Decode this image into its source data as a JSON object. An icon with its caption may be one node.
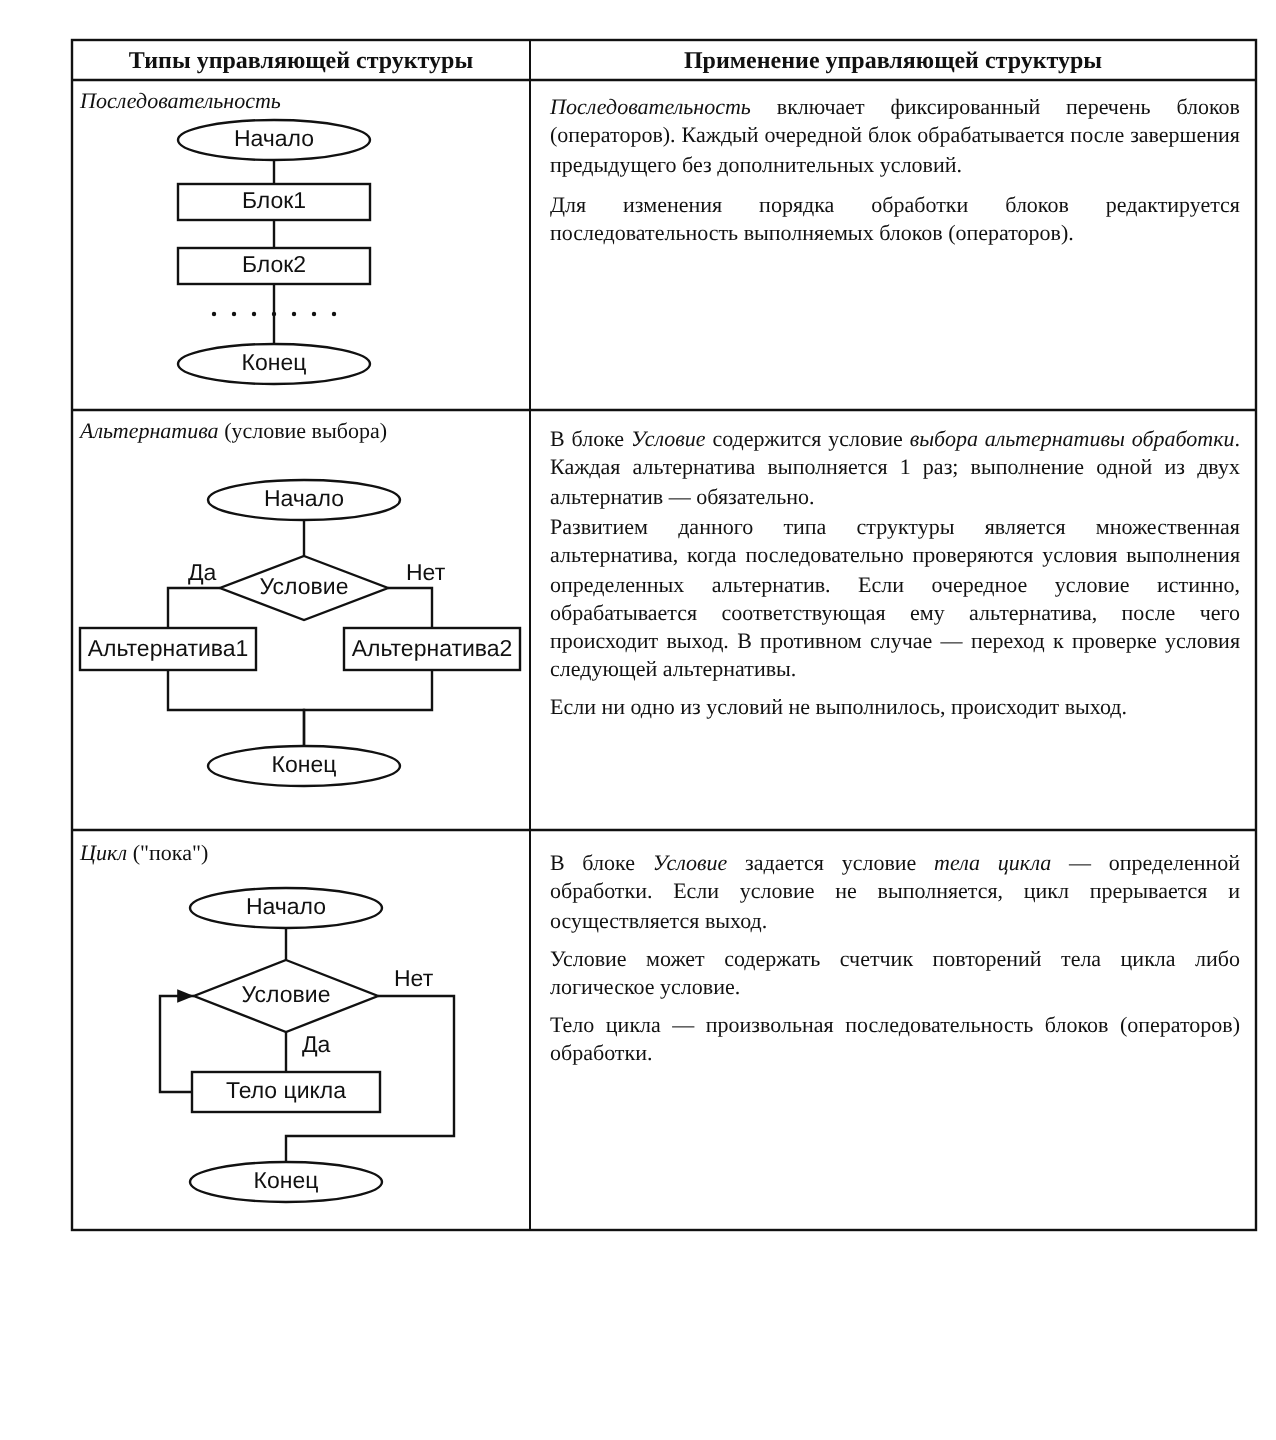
{
  "diagram": {
    "nodes": [
      {
        "text": [
          "Начало"
        ]
      },
      {
        "text": [
          "Блок1"
        ]
      },
      {
        "text": [
          "Блок2"
        ]
      },
      {
        "text": [
          "Конец"
        ]
      },
      {
        "text": [
          "Начало"
        ]
      },
      {
        "text": [
          "Условие"
        ]
      },
      {
        "text": [
          "Альтернатива1"
        ]
      },
      {
        "text": [
          "Альтернатива2"
        ]
      },
      {
        "text": [
          "Конец"
        ]
      },
      {
        "text": [
          "Начало"
        ]
      },
      {
        "text": [
          "Условие"
        ]
      },
      {
        "text": [
          "Тело цикла"
        ]
      },
      {
        "text": [
          "Конец"
        ]
      }
    ],
    "edges": [
      {
        "from": 0,
        "to": 1,
        "arrow": "none"
      },
      {
        "from": 1,
        "to": 2,
        "arrow": "none"
      },
      {
        "from": 2,
        "to": 3,
        "arrow": "none"
      },
      {
        "from": 4,
        "to": 5,
        "arrow": "none"
      },
      {
        "from": 5,
        "to": 6,
        "arrow": "none",
        "label": "Да"
      },
      {
        "from": 5,
        "to": 7,
        "arrow": "none",
        "label": "Нет"
      },
      {
        "from": 6,
        "to": 8,
        "arrow": "none"
      },
      {
        "from": 7,
        "to": 8,
        "arrow": "none"
      },
      {
        "from": 9,
        "to": 10,
        "arrow": "none"
      },
      {
        "from": 10,
        "to": 11,
        "arrow": "none",
        "label": "Да"
      },
      {
        "from": 11,
        "to": 10,
        "arrow": "to"
      },
      {
        "from": 10,
        "to": 12,
        "arrow": "none",
        "label": "Нет"
      }
    ],
    "labels": [
      "Типы управляющей структуры",
      "Применение управляющей структуры",
      "Последовательность",
      "*Последовательность* включает фиксированный перечень блоков (операторов). Каждый очередной блок обрабатывается после завершения предыдущего без дополнительных условий.",
      "Для изменения порядка обработки блоков редактируется последовательность выполняемых блоков (операторов).",
      "*Альтернатива* (условие выбора)",
      "В блоке *Условие* содержится условие *выбора альтернативы обработки*. Каждая альтернатива выполняется 1 раз; выполнение одной из двух альтернатив — обязательно.",
      "Развитием данного типа структуры является множественная альтернатива, когда последовательно проверяются условия выполнения определенных альтернатив. Если очередное условие истинно, обрабатывается соответствующая ему альтернатива, после чего происходит выход. В противном случае — переход к проверке условия следующей альтернативы.",
      "Если ни одно из условий не выполнилось, происходит выход.",
      "*Цикл* (\"пока\")",
      "В блоке *Условие* задается условие *тела цикла* — определенной обработки. Если условие не выполняется, цикл прерывается и осуществляется выход.",
      "Условие может содержать счетчик повторений тела цикла либо логическое условие.",
      "Тело цикла — произвольная последовательность блоков (операторов) обработки."
    ]
  }
}
